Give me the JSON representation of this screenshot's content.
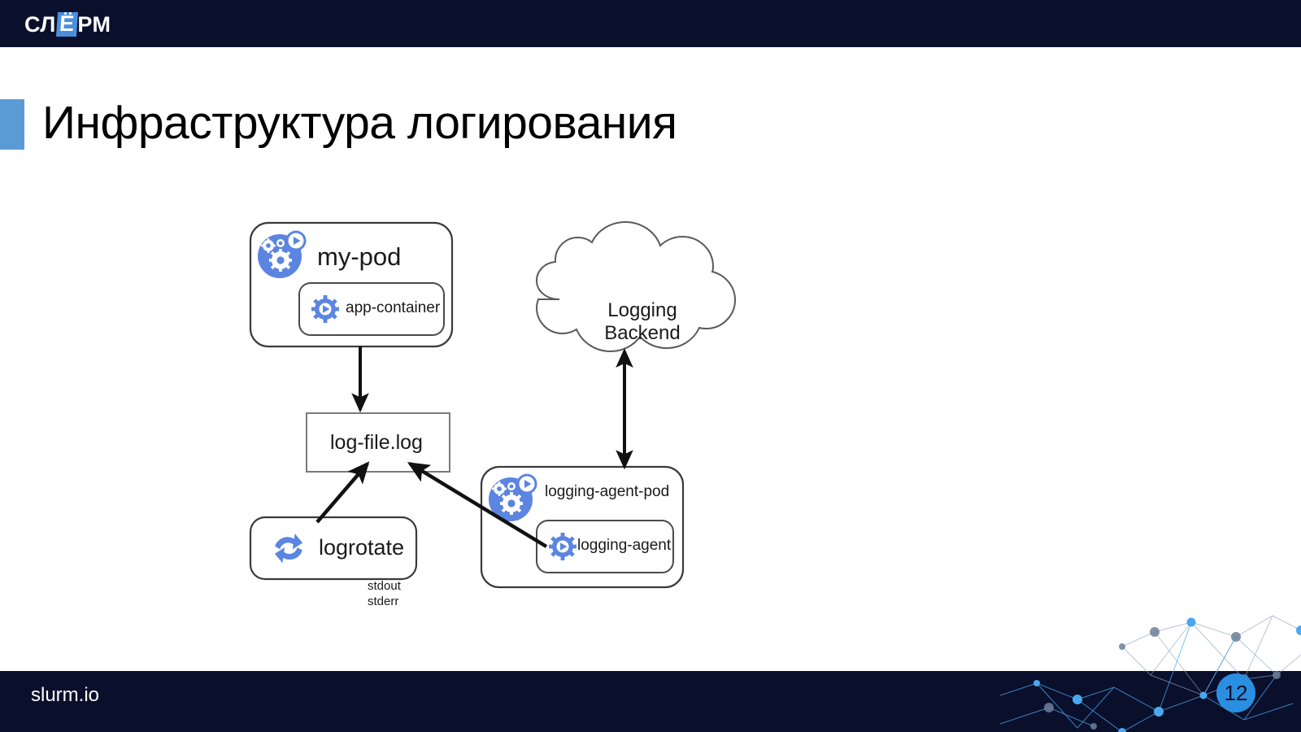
{
  "header": {
    "logo_prefix": "СЛ",
    "logo_accent": "Ё",
    "logo_suffix": "РМ",
    "bg_color": "#0a0f2b",
    "accent_color": "#4a90d9"
  },
  "title": {
    "text": "Инфраструктура логирования",
    "accent_color": "#5b9bd5"
  },
  "diagram": {
    "nodes": {
      "my_pod": {
        "label": "my-pod",
        "icon": "k8s-pod-icon",
        "shape": "rounded-rect"
      },
      "app_container": {
        "label": "app-container",
        "icon": "container-gear-icon",
        "shape": "rounded-rect"
      },
      "log_file": {
        "label": "log-file.log",
        "shape": "rect"
      },
      "logrotate": {
        "label": "logrotate",
        "icon": "rotate-arrows-icon",
        "shape": "rounded-rect"
      },
      "logging_agent_pod": {
        "label": "logging-agent-pod",
        "icon": "k8s-pod-icon",
        "shape": "rounded-rect"
      },
      "logging_agent": {
        "label": "logging-agent",
        "icon": "container-gear-icon",
        "shape": "rounded-rect"
      },
      "logging_backend": {
        "label_line1": "Logging",
        "label_line2": "Backend",
        "shape": "cloud"
      }
    },
    "edges": {
      "stdout_stderr": {
        "label_line1": "stdout",
        "label_line2": "stderr",
        "from": "app-container",
        "to": "log-file.log",
        "arrow": "single"
      },
      "logrotate_to_logfile": {
        "from": "logrotate",
        "to": "log-file.log",
        "arrow": "single"
      },
      "agent_to_logfile": {
        "from": "logging-agent",
        "to": "log-file.log",
        "arrow": "single"
      },
      "agent_pod_to_backend": {
        "from": "logging-agent-pod",
        "to": "Logging Backend",
        "arrow": "double"
      }
    },
    "colors": {
      "icon_blue": "#5b85e0",
      "stroke": "#333333",
      "cloud_stroke": "#5a5a5a"
    }
  },
  "footer": {
    "site": "slurm.io",
    "slide_number": "12",
    "bg_color": "#0a0f2b",
    "badge_color": "#2a8fe0"
  }
}
